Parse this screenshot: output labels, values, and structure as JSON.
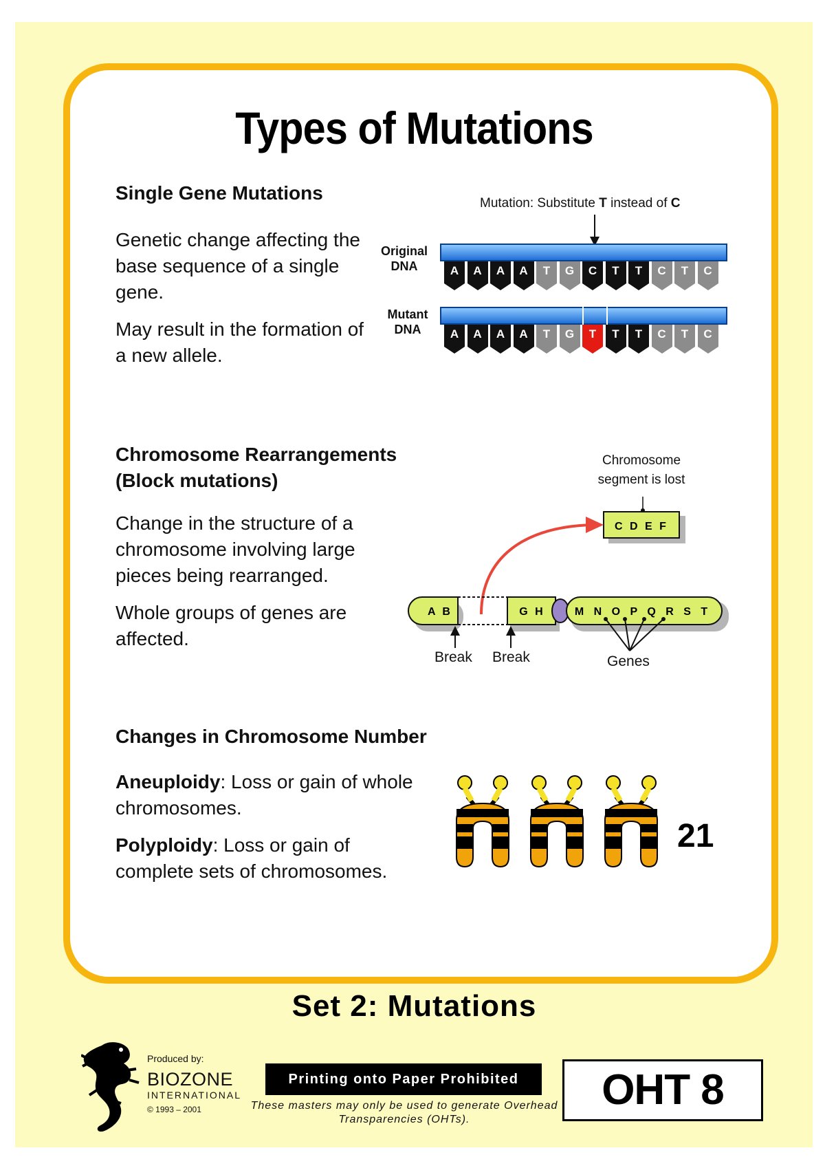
{
  "title": "Types of Mutations",
  "single_gene": {
    "heading": "Single Gene Mutations",
    "para1": "Genetic change affecting the base sequence of a single gene.",
    "para2": "May result in the formation of a new allele.",
    "mutation_prefix": "Mutation:  Substitute ",
    "mutation_t": "T",
    "mutation_mid": " instead of ",
    "mutation_c": "C",
    "original_label": "Original DNA",
    "mutant_label": "Mutant DNA",
    "original_bases": [
      "A",
      "A",
      "A",
      "A",
      "T",
      "G",
      "C",
      "T",
      "T",
      "C",
      "T",
      "C"
    ],
    "mutant_bases": [
      "A",
      "A",
      "A",
      "A",
      "T",
      "G",
      "T",
      "T",
      "T",
      "C",
      "T",
      "C"
    ],
    "colors": {
      "dark": "#111111",
      "light": "#8c8c8c",
      "mutated": "#e31b12",
      "strand": "#1f6fd6"
    }
  },
  "rearrangement": {
    "heading1": "Chromosome Rearrangements",
    "heading2": "(Block mutations)",
    "para1": "Change in the structure of a chromosome involving large pieces being rearranged.",
    "para2": "Whole groups of genes are affected.",
    "lost_label": "Chromosome segment is lost",
    "lost_segment": "C D E F",
    "left_piece": "A B",
    "middle_piece": "G H",
    "right_piece": "M N O P Q R S T",
    "break1": "Break",
    "break2": "Break",
    "genes_label": "Genes",
    "colors": {
      "chromosome": "#dcef6c",
      "arrow": "#e8473a",
      "centromere": "#9b86c9"
    }
  },
  "number": {
    "heading": "Changes in Chromosome Number",
    "aneuploidy_term": "Aneuploidy",
    "aneuploidy_text": ":  Loss or gain of whole chromosomes.",
    "polyploidy_term": "Polyploidy",
    "polyploidy_text": ":  Loss or gain of complete sets of chromosomes.",
    "chromosome_number": "21",
    "colors": {
      "orange": "#f0a30a",
      "yellow": "#f6e12a",
      "black": "#000000"
    }
  },
  "footer": {
    "set_title": "Set 2: Mutations",
    "produced_by": "Produced by:",
    "company": "BIOZONE",
    "company_sub": "INTERNATIONAL",
    "copyright": "© 1993 – 2001",
    "prohibited": "Printing onto Paper Prohibited",
    "masters_note": "These masters may only be used to generate Overhead Transparencies (OHTs).",
    "oht_number": "OHT 8"
  }
}
